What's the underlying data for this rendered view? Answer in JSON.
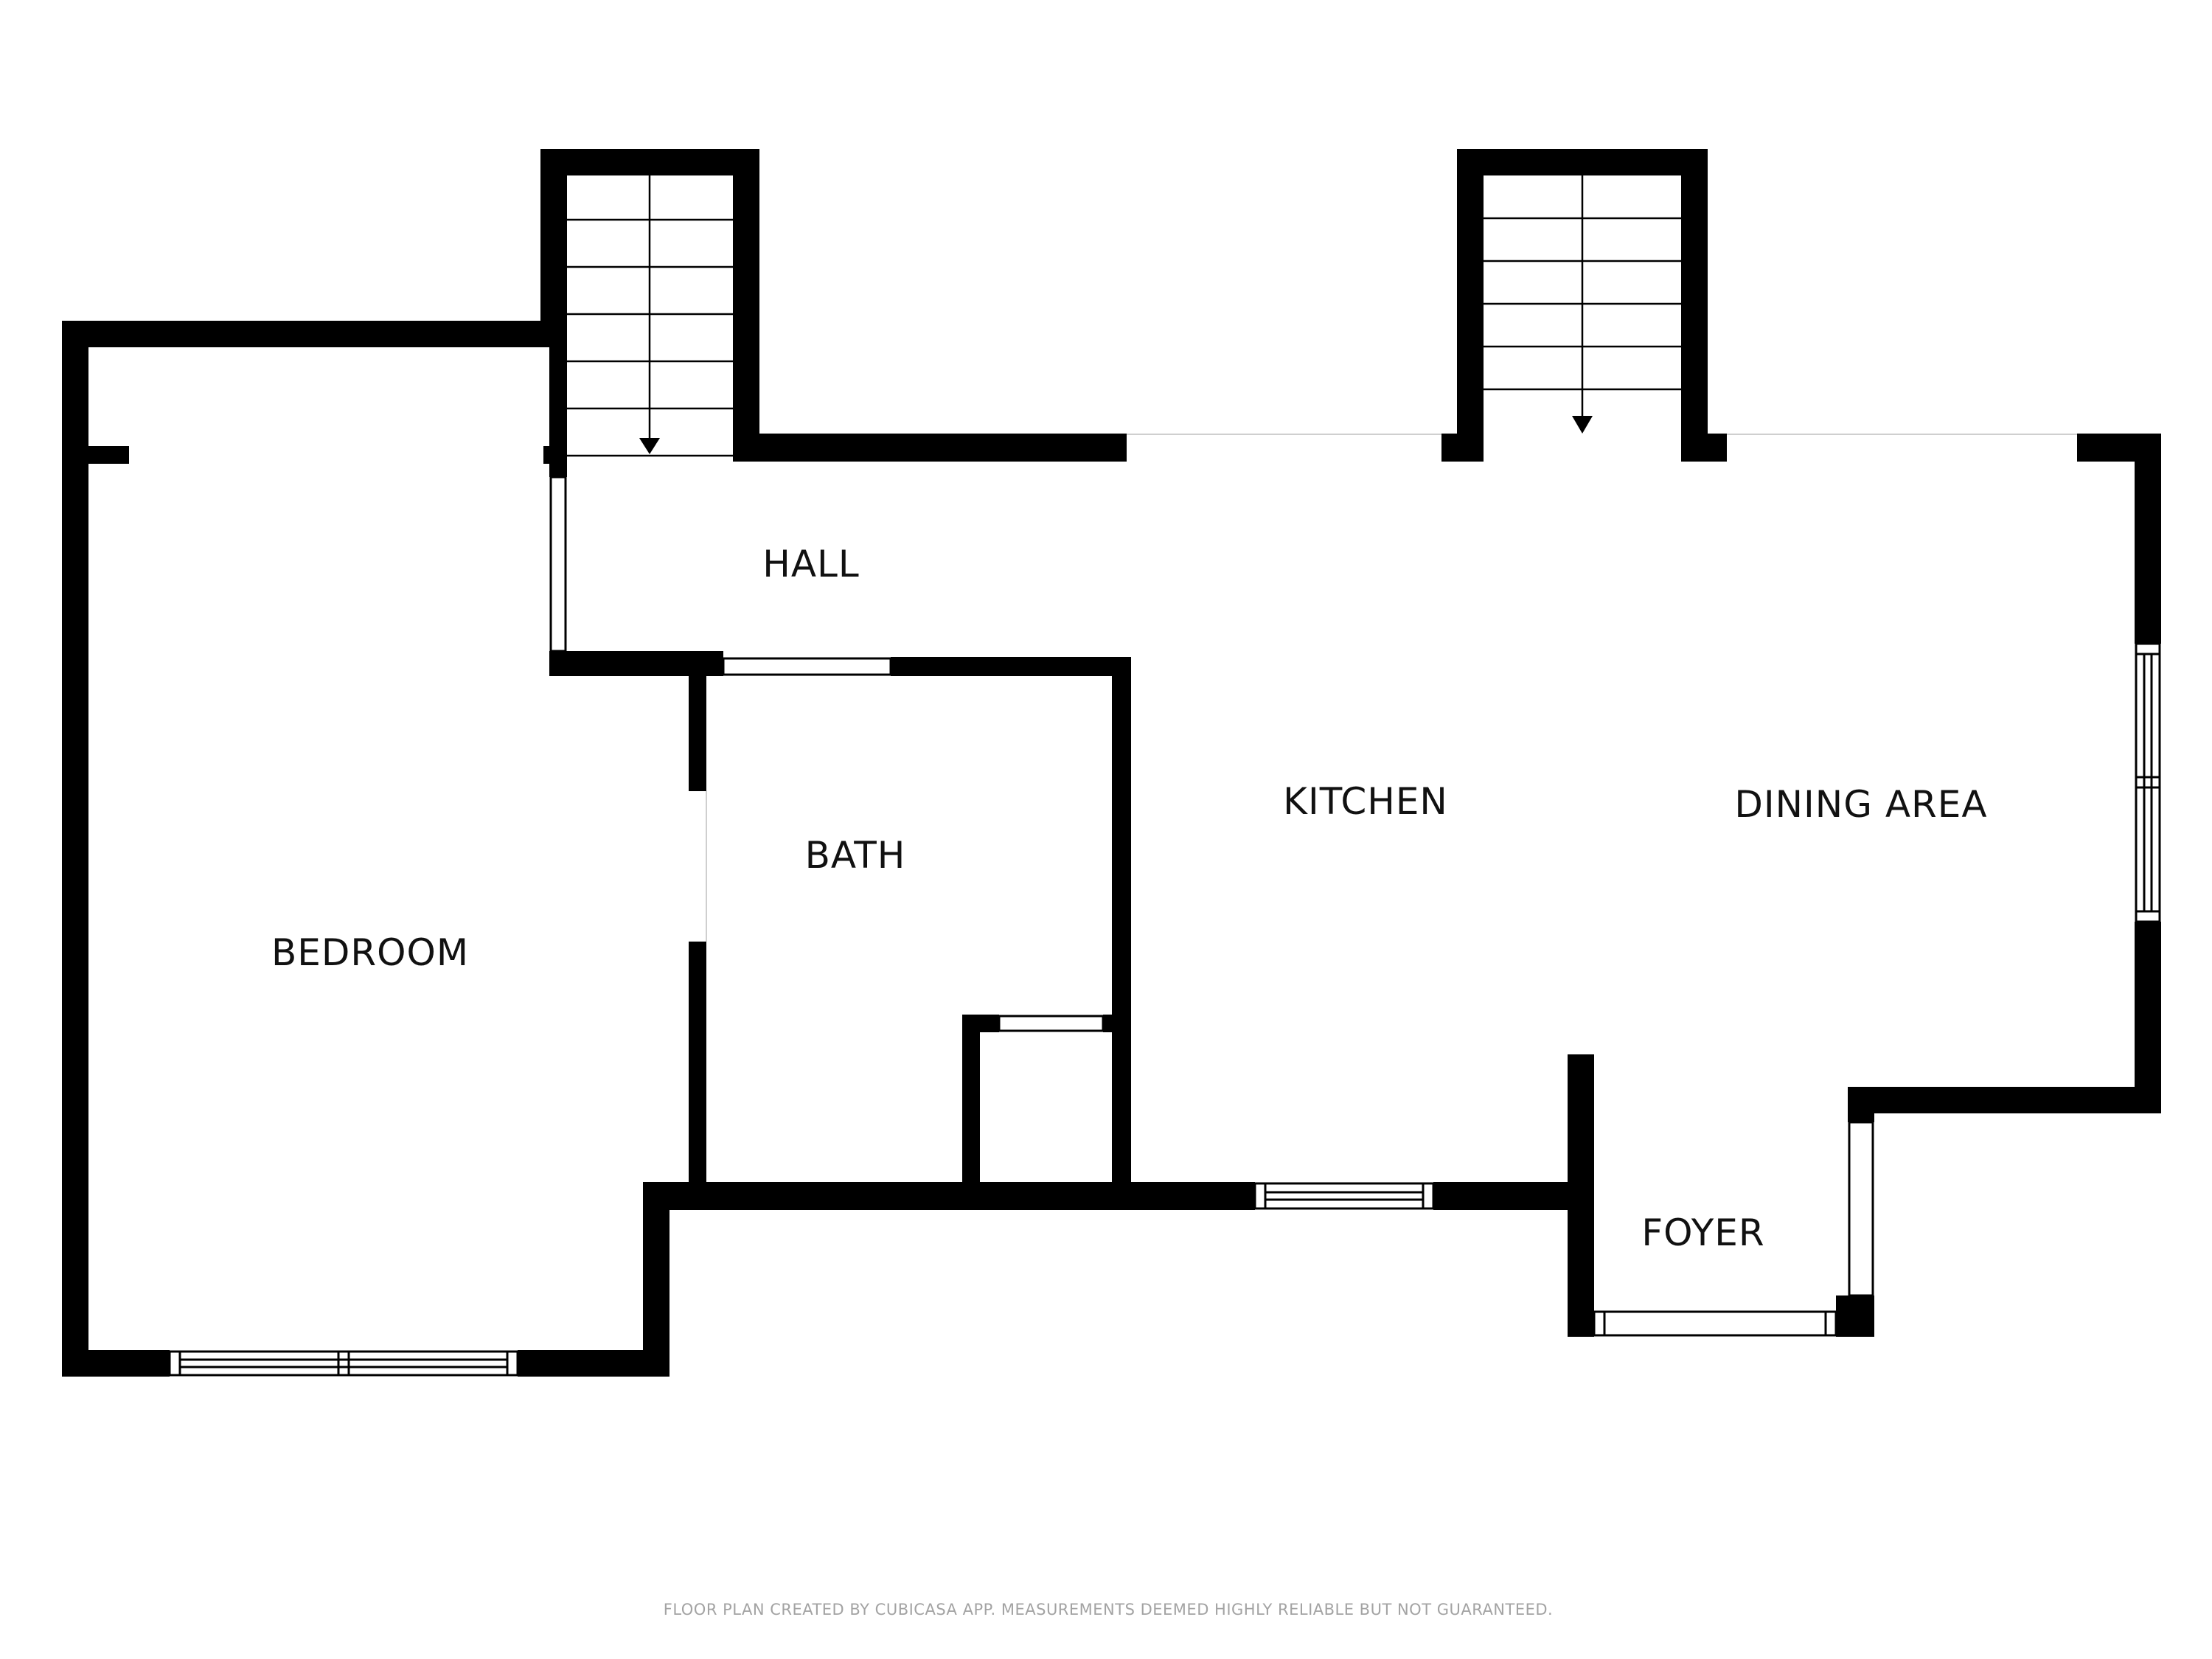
{
  "rooms": {
    "hall": "HALL",
    "bath": "BATH",
    "bedroom": "BEDROOM",
    "kitchen": "KITCHEN",
    "dining": "DINING AREA",
    "foyer": "FOYER"
  },
  "footer": {
    "note": "FLOOR PLAN CREATED BY CUBICASA APP. MEASUREMENTS DEEMED HIGHLY RELIABLE BUT NOT GUARANTEED."
  },
  "colors": {
    "wall": "#000000",
    "background": "#ffffff",
    "note": "#a3a3a3"
  }
}
